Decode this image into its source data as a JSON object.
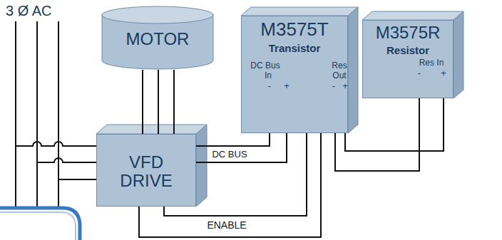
{
  "diagram": {
    "nodes": [
      {
        "text": [
          "MOTOR"
        ]
      },
      {
        "text": [
          "M3575T",
          "Transistor"
        ]
      },
      {
        "text": [
          "M3575R",
          "Resistor"
        ]
      },
      {
        "text": [
          "VFD DRIVE"
        ]
      }
    ],
    "edges": [
      {
        "from": 0,
        "to": 3,
        "arrow": "none"
      },
      {
        "from": 0,
        "to": 3,
        "arrow": "none"
      },
      {
        "from": 0,
        "to": 3,
        "arrow": "none"
      },
      {
        "from": 3,
        "to": 1,
        "label": "DC BUS",
        "arrow": "none"
      },
      {
        "from": 3,
        "to": 1,
        "arrow": "none"
      },
      {
        "from": 1,
        "to": 2,
        "arrow": "none"
      },
      {
        "from": 1,
        "to": 2,
        "arrow": "none"
      },
      {
        "from": 3,
        "to": 1,
        "label": "ENABLE",
        "arrow": "none"
      },
      {
        "from": 3,
        "to": 1,
        "arrow": "none"
      }
    ],
    "labels": [
      "3 Ø AC",
      "DC Bus",
      "In",
      "-",
      "+",
      "Res",
      "Out",
      "-",
      "+",
      "Res In",
      "-",
      "+"
    ]
  }
}
